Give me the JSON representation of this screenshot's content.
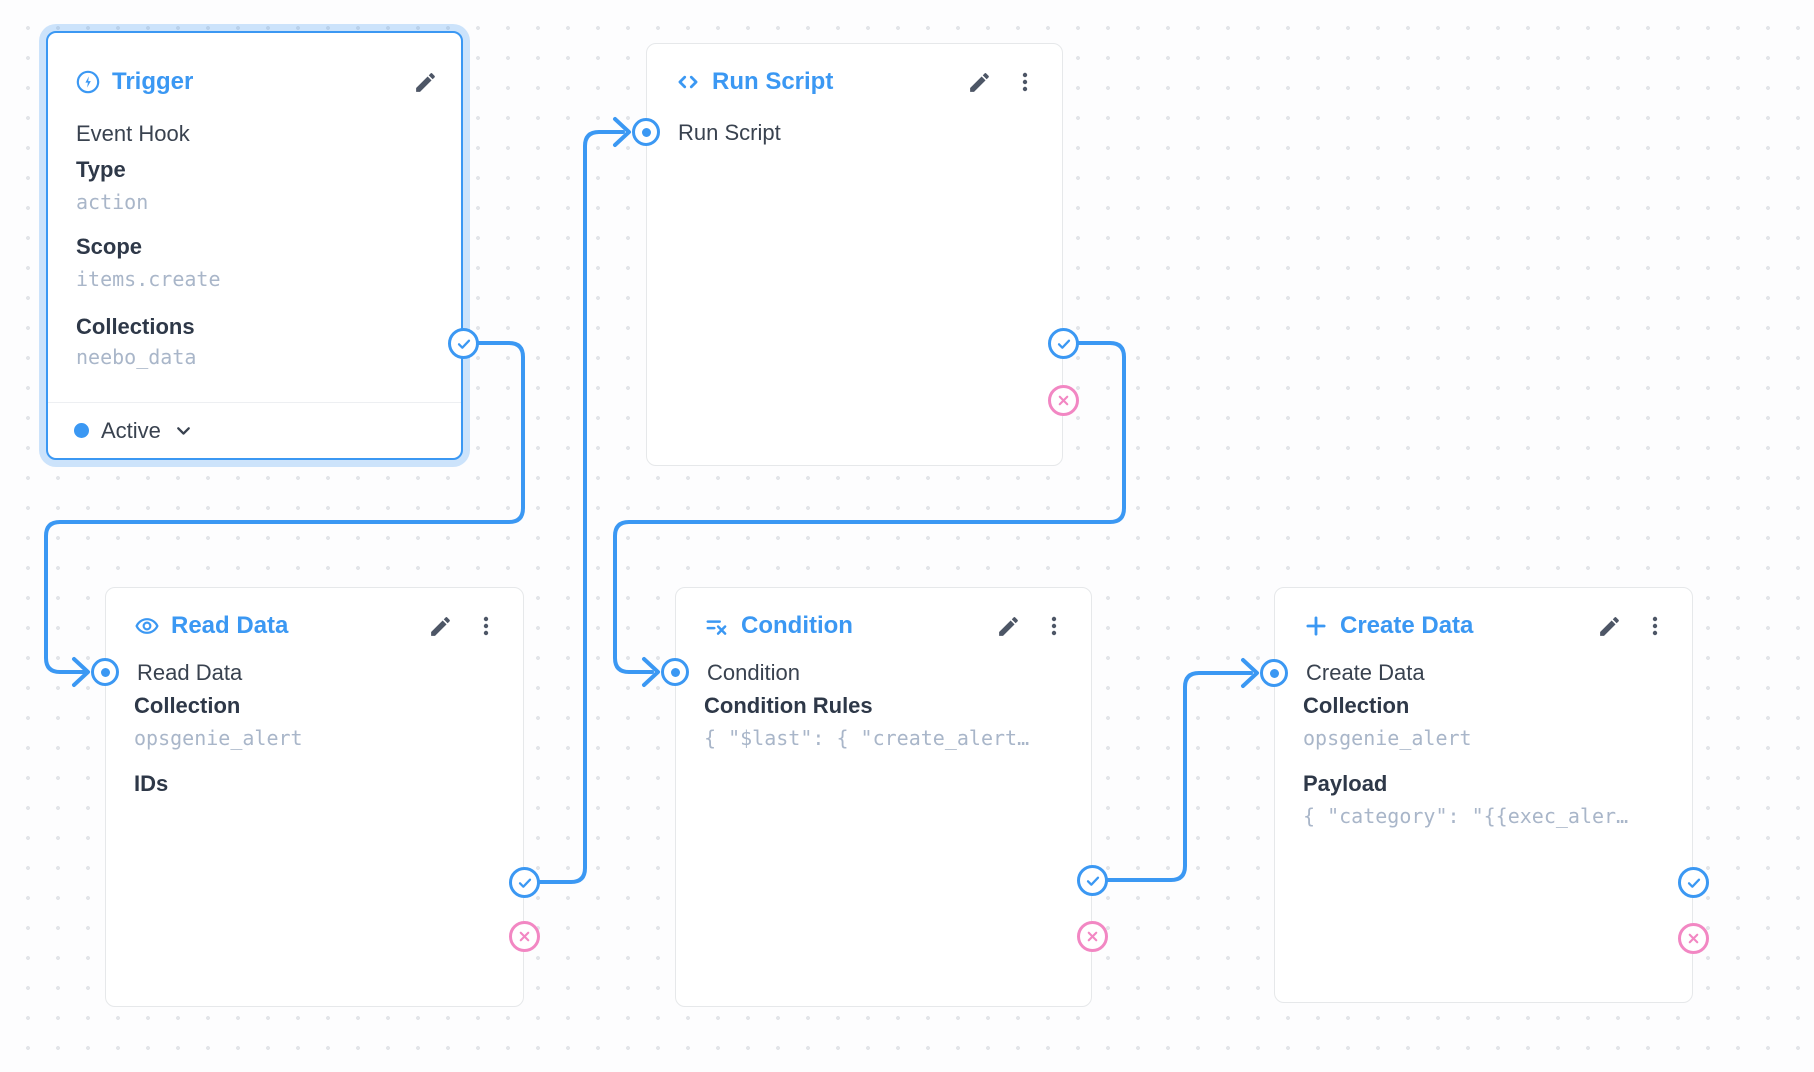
{
  "colors": {
    "accent": "#3b98f3",
    "reject_pink": "#f287c3"
  },
  "trigger": {
    "title": "Trigger",
    "icon": "bolt-circle-icon",
    "kind": "Event Hook",
    "type_label": "Type",
    "type_value": "action",
    "scope_label": "Scope",
    "scope_value": "items.create",
    "collections_label": "Collections",
    "collections_value": "neebo_data",
    "status": "Active"
  },
  "run_script": {
    "title": "Run Script",
    "icon": "code-icon",
    "input_label": "Run Script"
  },
  "read_data": {
    "title": "Read Data",
    "icon": "eye-icon",
    "input_label": "Read Data",
    "collection_label": "Collection",
    "collection_value": "opsgenie_alert",
    "ids_label": "IDs"
  },
  "condition": {
    "title": "Condition",
    "icon": "rule-icon",
    "input_label": "Condition",
    "rules_label": "Condition Rules",
    "rules_value": "{ \"$last\": { \"create_alert…"
  },
  "create_data": {
    "title": "Create Data",
    "icon": "plus-icon",
    "input_label": "Create Data",
    "collection_label": "Collection",
    "collection_value": "opsgenie_alert",
    "payload_label": "Payload",
    "payload_value": "{ \"category\": \"{{exec_aler…"
  }
}
